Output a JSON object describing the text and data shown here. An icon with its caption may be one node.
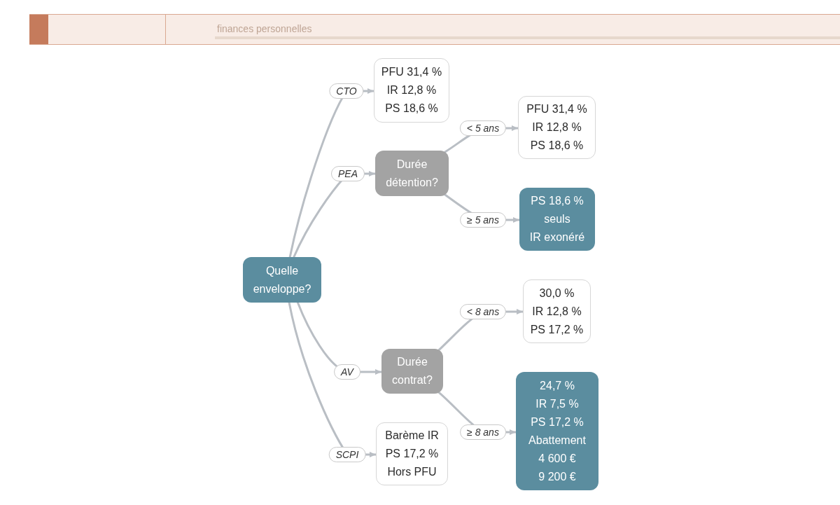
{
  "diagram": {
    "nodes": [
      {
        "text": [
          "Quelle enveloppe?"
        ]
      },
      {
        "text": [
          "PFU 31,4 %",
          "IR 12,8 %",
          "PS 18,6 %"
        ]
      },
      {
        "text": [
          "Durée détention?"
        ]
      },
      {
        "text": [
          "PFU 31,4 %",
          "IR 12,8 %",
          "PS 18,6 %"
        ]
      },
      {
        "text": [
          "PS 18,6 % seuls",
          "IR exonéré"
        ]
      },
      {
        "text": [
          "Durée contrat?"
        ]
      },
      {
        "text": [
          "30,0 %",
          "IR 12,8 %",
          "PS 17,2 %"
        ]
      },
      {
        "text": [
          "24,7 %",
          "IR 7,5 %",
          "PS 17,2 %",
          "Abattement",
          "4 600 €",
          "9 200 €"
        ]
      },
      {
        "text": [
          "Barème IR",
          "PS 17,2 %",
          "Hors PFU"
        ]
      }
    ],
    "edges": [
      {
        "from": 0,
        "to": 1,
        "arrow": "to",
        "label": "CTO"
      },
      {
        "from": 0,
        "to": 2,
        "arrow": "to",
        "label": "PEA"
      },
      {
        "from": 2,
        "to": 3,
        "arrow": "to",
        "label": "< 5 ans"
      },
      {
        "from": 2,
        "to": 4,
        "arrow": "to",
        "label": "≥ 5 ans"
      },
      {
        "from": 0,
        "to": 5,
        "arrow": "to",
        "label": "AV"
      },
      {
        "from": 5,
        "to": 6,
        "arrow": "to",
        "label": "< 8 ans"
      },
      {
        "from": 5,
        "to": 7,
        "arrow": "to",
        "label": "≥ 8 ans"
      },
      {
        "from": 0,
        "to": 8,
        "arrow": "to",
        "label": "SCPI"
      }
    ],
    "labels": [
      "finances personnelles"
    ]
  }
}
